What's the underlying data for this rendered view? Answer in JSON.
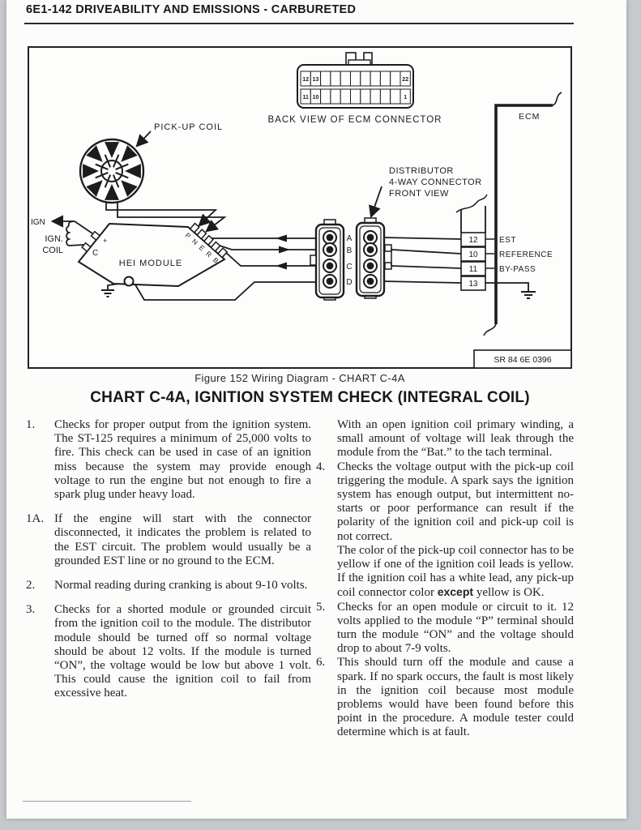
{
  "page": {
    "header": "6E1-142  DRIVEABILITY AND EMISSIONS - CARBURETED",
    "figure_caption": "Figure 152 Wiring Diagram - CHART C-4A",
    "heading": "CHART C-4A, IGNITION SYSTEM CHECK (INTEGRAL COIL)"
  },
  "diagram": {
    "stamp": "SR 84 6E 0396",
    "labels": {
      "pick_up_coil": "PICK-UP COIL",
      "ecm": "ECM",
      "hei_module": "HEI MODULE",
      "ign": "IGN",
      "ign_coil_1": "IGN.",
      "ign_coil_2": "COIL",
      "plus_terminal": "+",
      "c_terminal": "C",
      "distributor_1": "DISTRIBUTOR",
      "distributor_2": "4-WAY CONNECTOR",
      "distributor_3": "FRONT VIEW",
      "ecm_connector_caption": "BACK VIEW OF ECM CONNECTOR"
    },
    "ecm_connector_cells": {
      "top_first": "12",
      "top_second": "13",
      "top_last": "22",
      "bottom_first": "11",
      "bottom_second": "10",
      "bottom_last": "1"
    },
    "module_terminals": [
      "P",
      "N",
      "E",
      "R",
      "B"
    ],
    "connector_pins": [
      "A",
      "B",
      "C",
      "D"
    ],
    "ecm_terminals": [
      {
        "number": "12",
        "label": "EST"
      },
      {
        "number": "10",
        "label": "REFERENCE"
      },
      {
        "number": "11",
        "label": "BY-PASS"
      },
      {
        "number": "13",
        "label": ""
      }
    ]
  },
  "procedure": {
    "left": [
      {
        "num": "1.",
        "text": "Checks for proper output from the ignition system. The ST-125 requires a minimum of 25,000 volts to fire. This check can be used in case of an ignition miss because the system may provide enough voltage to run the engine but not enough to fire a spark plug under heavy load."
      },
      {
        "num": "1A.",
        "text": "If the engine will start with the connector disconnected, it indicates the problem is related to the EST circuit. The problem would usually be a grounded EST line or no ground to the ECM."
      },
      {
        "num": "2.",
        "text": "Normal reading during cranking is about 9-10 volts."
      },
      {
        "num": "3.",
        "text": "Checks for a shorted module or grounded circuit from the ignition coil to the module. The distributor module should be turned off so normal voltage should be about 12 volts. If the module is turned “ON”, the voltage would be low but above 1 volt. This could cause the ignition coil to fail from excessive heat."
      }
    ],
    "right": {
      "intro": "With an open ignition coil primary winding, a small amount of voltage will leak through the module from the “Bat.” to the tach terminal.",
      "item4": {
        "num": "4.",
        "text": "Checks the voltage output with the pick-up coil triggering the module. A spark says the ignition system has enough output, but intermittent no-starts or poor performance can result if the polarity of the ignition coil and pick-up coil is not correct.",
        "note_before": "The color of the pick-up coil connector has to be yellow if one of the ignition coil leads is yellow. If the ignition coil has a white lead, any pick-up coil connector color ",
        "note_bold": "except",
        "note_after": " yellow is OK."
      },
      "item5": {
        "num": "5.",
        "text": "Checks for an open module or circuit to it. 12 volts applied to the module “P” terminal should turn the module “ON” and the voltage should drop to about 7-9 volts."
      },
      "item6": {
        "num": "6.",
        "text": "This should turn off the module and cause a spark. If no spark occurs, the fault is most likely in the ignition coil because most module problems would have been found before this point in the procedure. A module tester could determine which is at fault."
      }
    }
  }
}
